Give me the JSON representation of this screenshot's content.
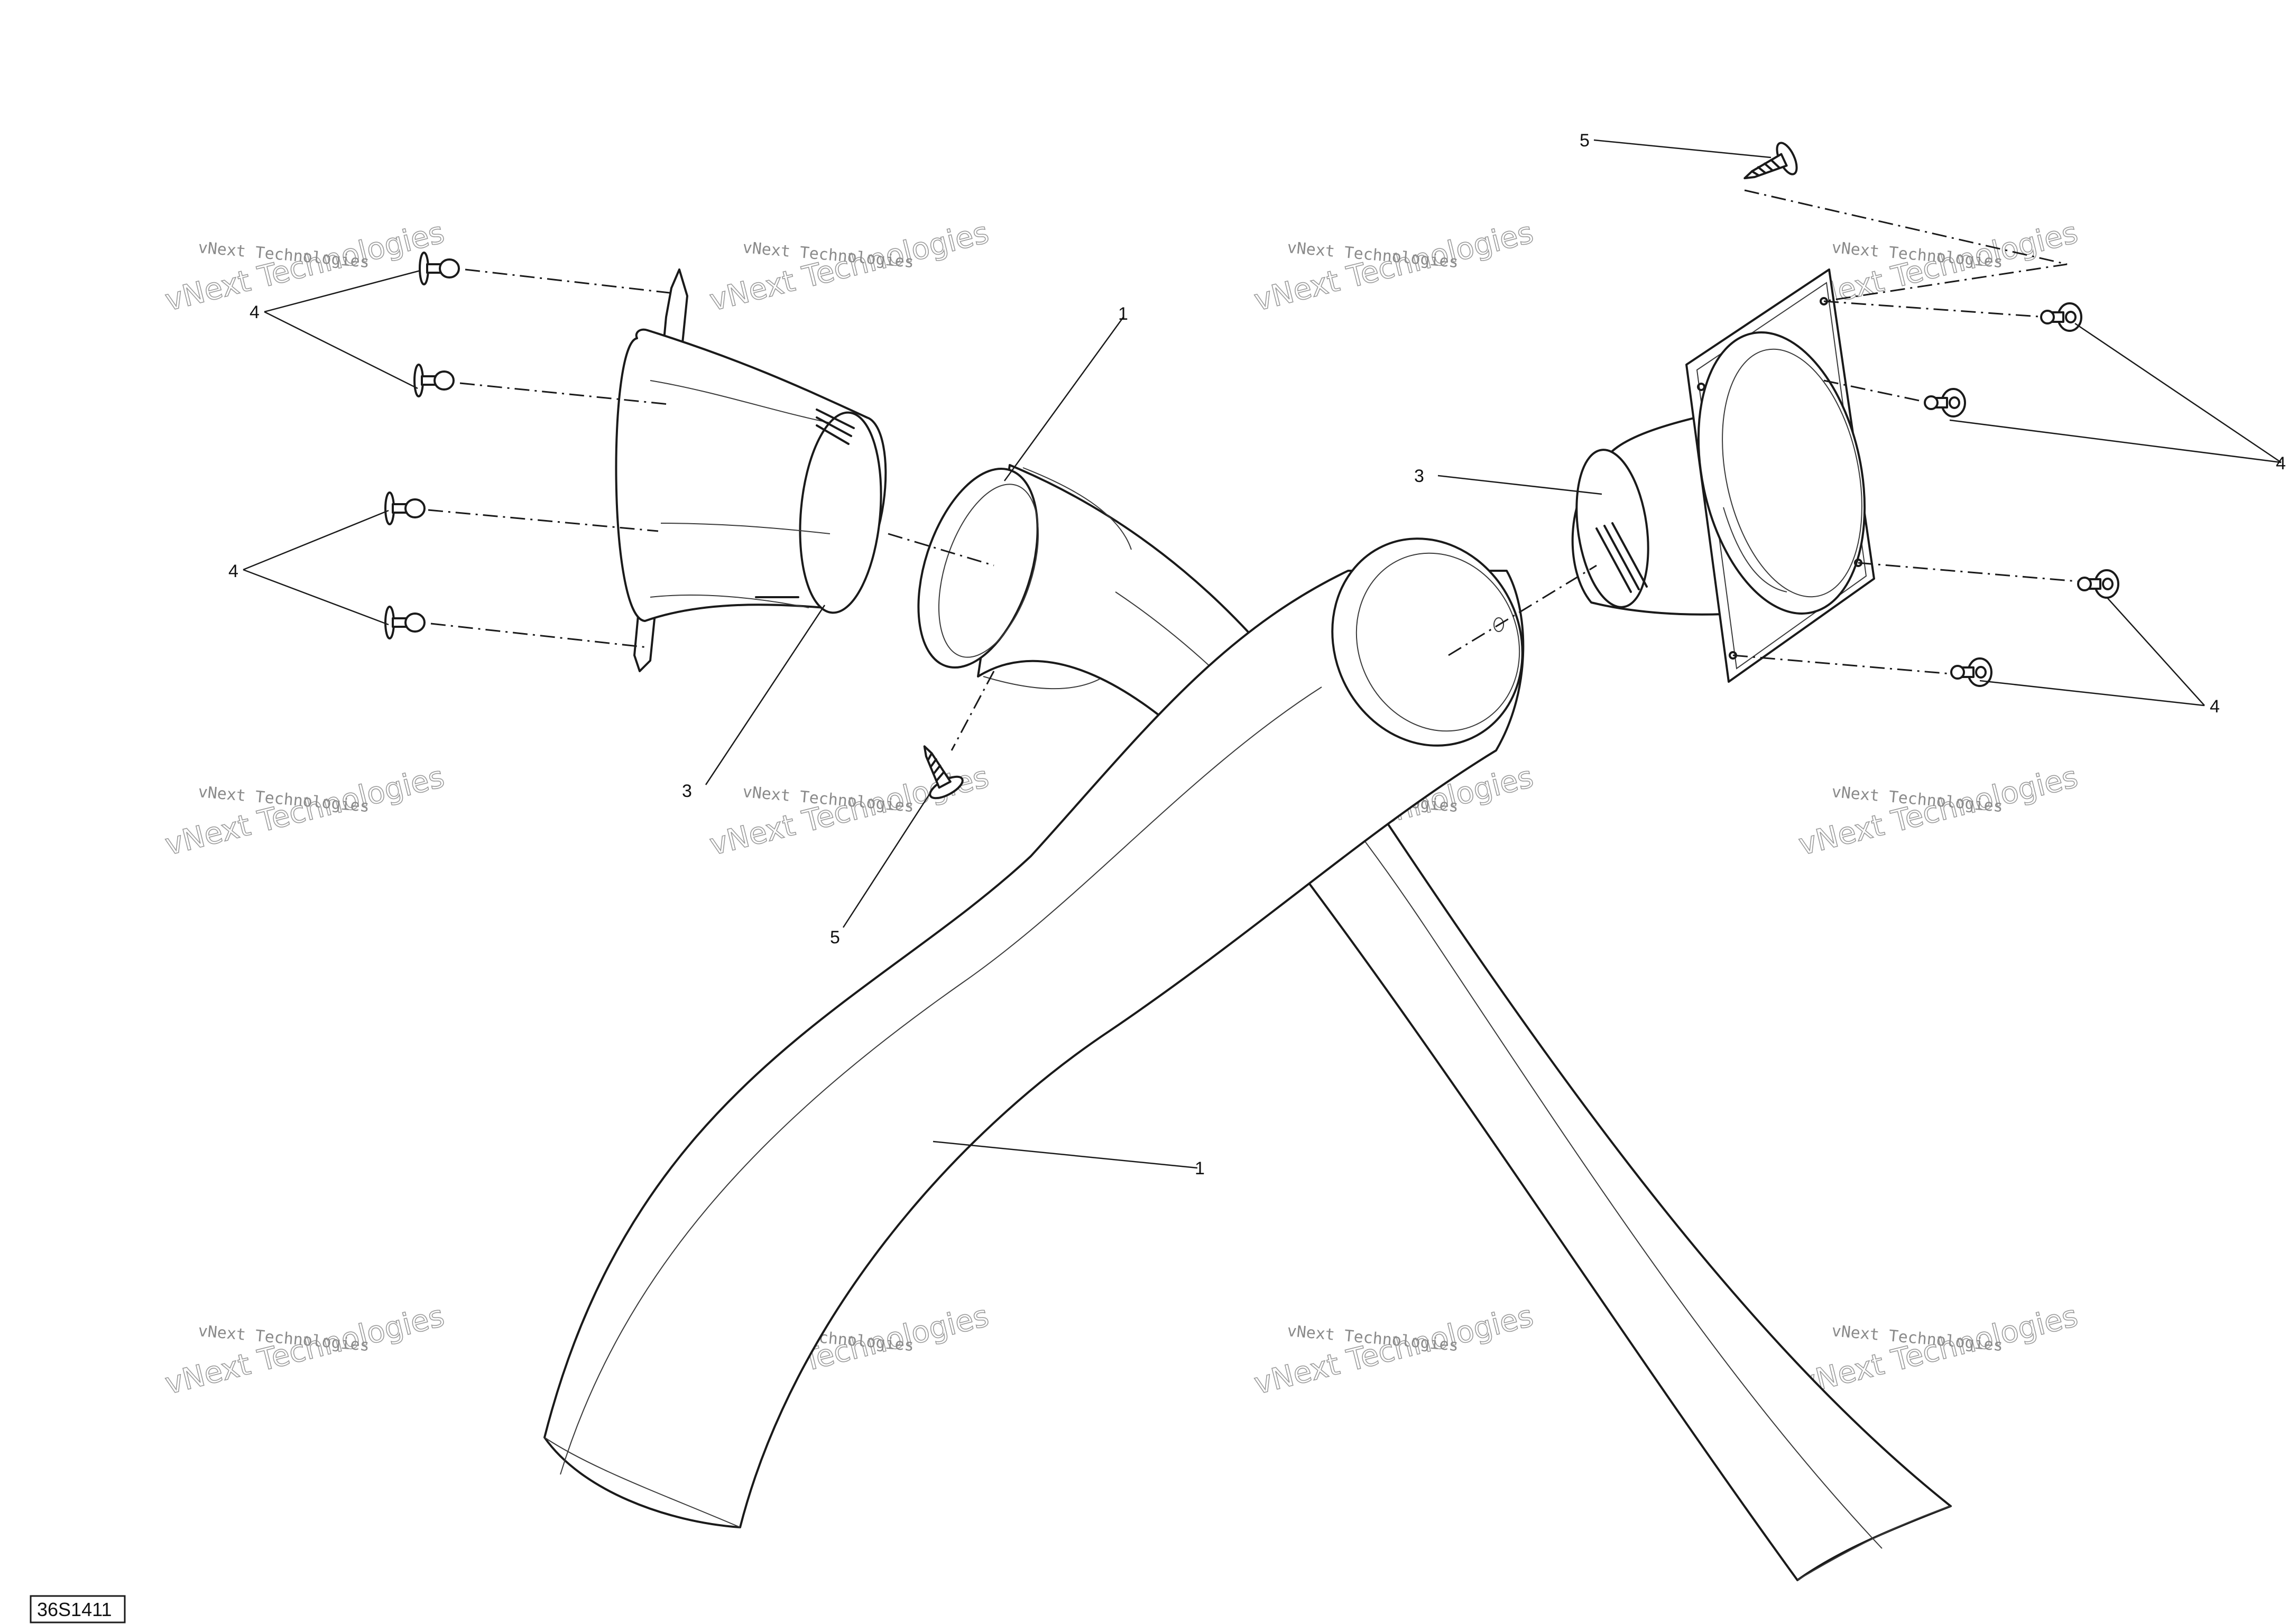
{
  "diagram": {
    "drawing_code": "36S1411",
    "watermark": {
      "line1": "vNext Technologies",
      "line2": "vNext Technologies"
    },
    "callouts": {
      "duct_upper": "1",
      "duct_lower": "1",
      "adapter_left": "3",
      "adapter_right": "3",
      "rivets_left_upper": "4",
      "rivets_left_lower": "4",
      "rivets_right_upper": "4",
      "rivets_right_lower": "4",
      "screw_left": "5",
      "screw_right": "5"
    }
  }
}
